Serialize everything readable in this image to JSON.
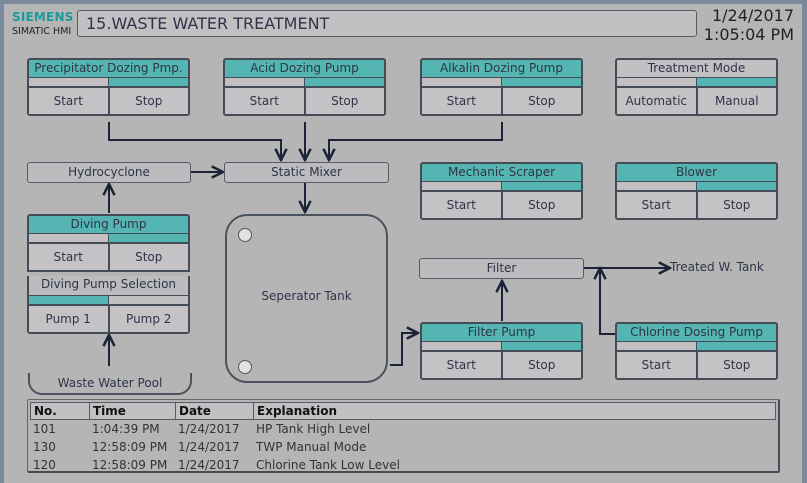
{
  "header": {
    "brand": "SIEMENS",
    "product": "SIMATIC HMI",
    "title": "15.WASTE WATER TREATMENT",
    "date": "1/24/2017",
    "time": "1:05:04 PM"
  },
  "colors": {
    "active": "#54b5b2",
    "inactive": "#c2c0c3",
    "background": "#b5b5b5"
  },
  "panels": {
    "precipitator": {
      "title": "Precipitator Dozing Pmp.",
      "start": "Start",
      "stop": "Stop",
      "state": "stopped"
    },
    "acid": {
      "title": "Acid Dozing Pump",
      "start": "Start",
      "stop": "Stop",
      "state": "stopped"
    },
    "alkalin": {
      "title": "Alkalin Dozing Pump",
      "start": "Start",
      "stop": "Stop",
      "state": "stopped"
    },
    "mode": {
      "title": "Treatment Mode",
      "auto": "Automatic",
      "manual": "Manual",
      "state": "manual"
    },
    "scraper": {
      "title": "Mechanic Scraper",
      "start": "Start",
      "stop": "Stop",
      "state": "stopped"
    },
    "blower": {
      "title": "Blower",
      "start": "Start",
      "stop": "Stop",
      "state": "stopped"
    },
    "diving": {
      "title": "Diving Pump",
      "start": "Start",
      "stop": "Stop",
      "state": "stopped"
    },
    "diving_sel": {
      "title": "Diving Pump Selection",
      "pump1": "Pump 1",
      "pump2": "Pump 2",
      "state": "pump1"
    },
    "filterpump": {
      "title": "Filter Pump",
      "start": "Start",
      "stop": "Stop",
      "state": "stopped"
    },
    "chlorine": {
      "title": "Chlorine Dosing Pump",
      "start": "Start",
      "stop": "Stop",
      "state": "stopped"
    }
  },
  "process": {
    "hydrocyclone": "Hydrocyclone",
    "static_mixer": "Static Mixer",
    "separator_tank": "Seperator Tank",
    "filter": "Filter",
    "treated_tank": "Treated W. Tank",
    "pool": "Waste Water Pool"
  },
  "alarms": {
    "columns": [
      "No.",
      "Time",
      "Date",
      "Explanation"
    ],
    "rows": [
      {
        "no": "101",
        "time": "1:04:39 PM",
        "date": "1/24/2017",
        "text": "HP Tank High Level"
      },
      {
        "no": "130",
        "time": "12:58:09 PM",
        "date": "1/24/2017",
        "text": "TWP Manual Mode"
      },
      {
        "no": "120",
        "time": "12:58:09 PM",
        "date": "1/24/2017",
        "text": "Chlorine Tank Low Level"
      }
    ]
  }
}
